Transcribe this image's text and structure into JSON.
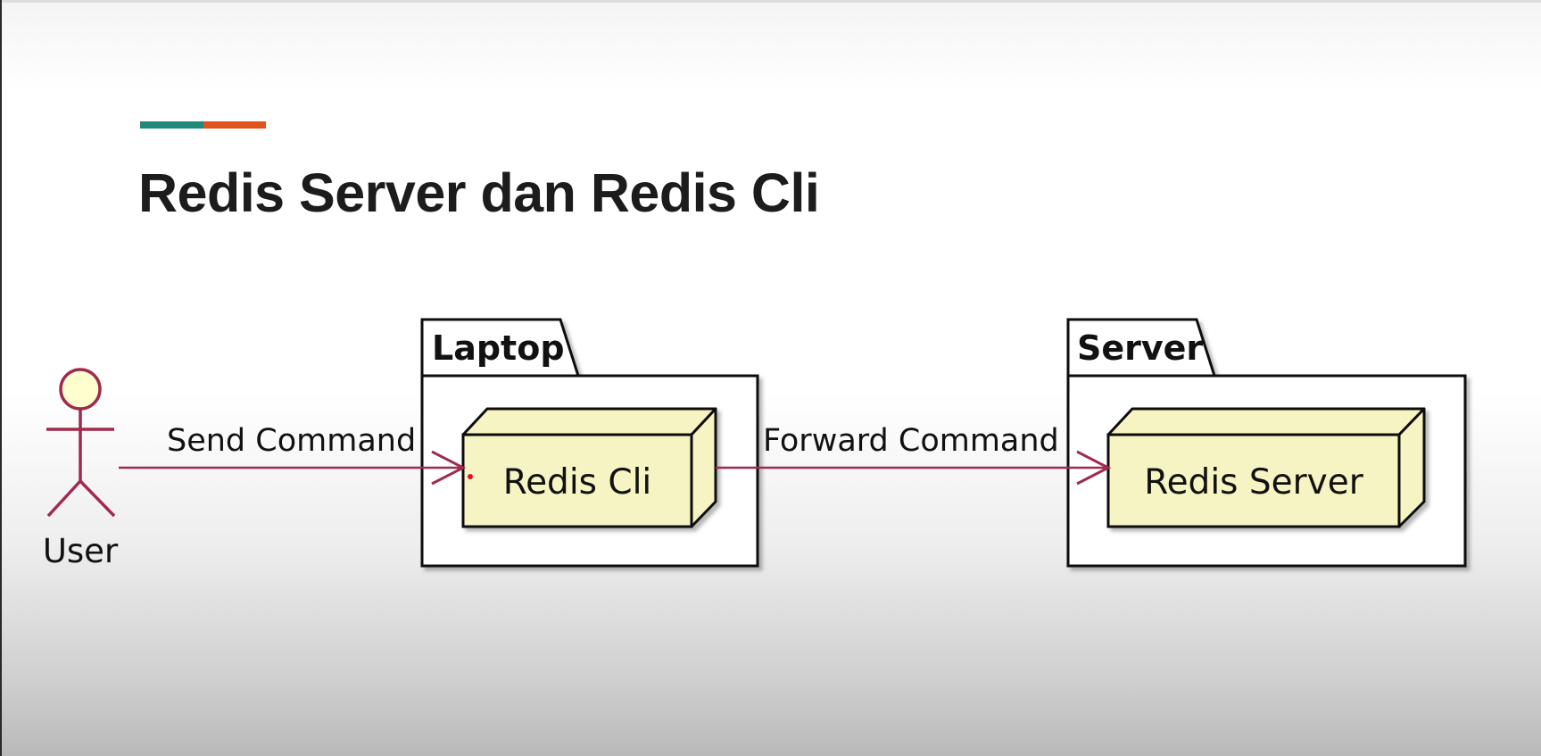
{
  "slide": {
    "title": "Redis Server dan Redis Cli",
    "accent_colors": [
      "#1f8a7c",
      "#e0531b"
    ]
  },
  "diagram": {
    "actor": {
      "label": "User",
      "icon": "stick-figure-icon"
    },
    "packages": {
      "laptop": {
        "label": "Laptop"
      },
      "server": {
        "label": "Server"
      }
    },
    "nodes": {
      "redis_cli": {
        "label": "Redis Cli",
        "icon": "3d-box-node-icon"
      },
      "redis_server": {
        "label": "Redis Server",
        "icon": "3d-box-node-icon"
      }
    },
    "edges": {
      "send_command": {
        "label": "Send Command"
      },
      "forward_command": {
        "label": "Forward Command"
      }
    },
    "colors": {
      "arrow": "#a02a4e",
      "actor_stroke": "#a02a4e",
      "actor_head_fill": "#fefece",
      "node_fill": "#f7f4c3",
      "outline": "#111111"
    }
  }
}
